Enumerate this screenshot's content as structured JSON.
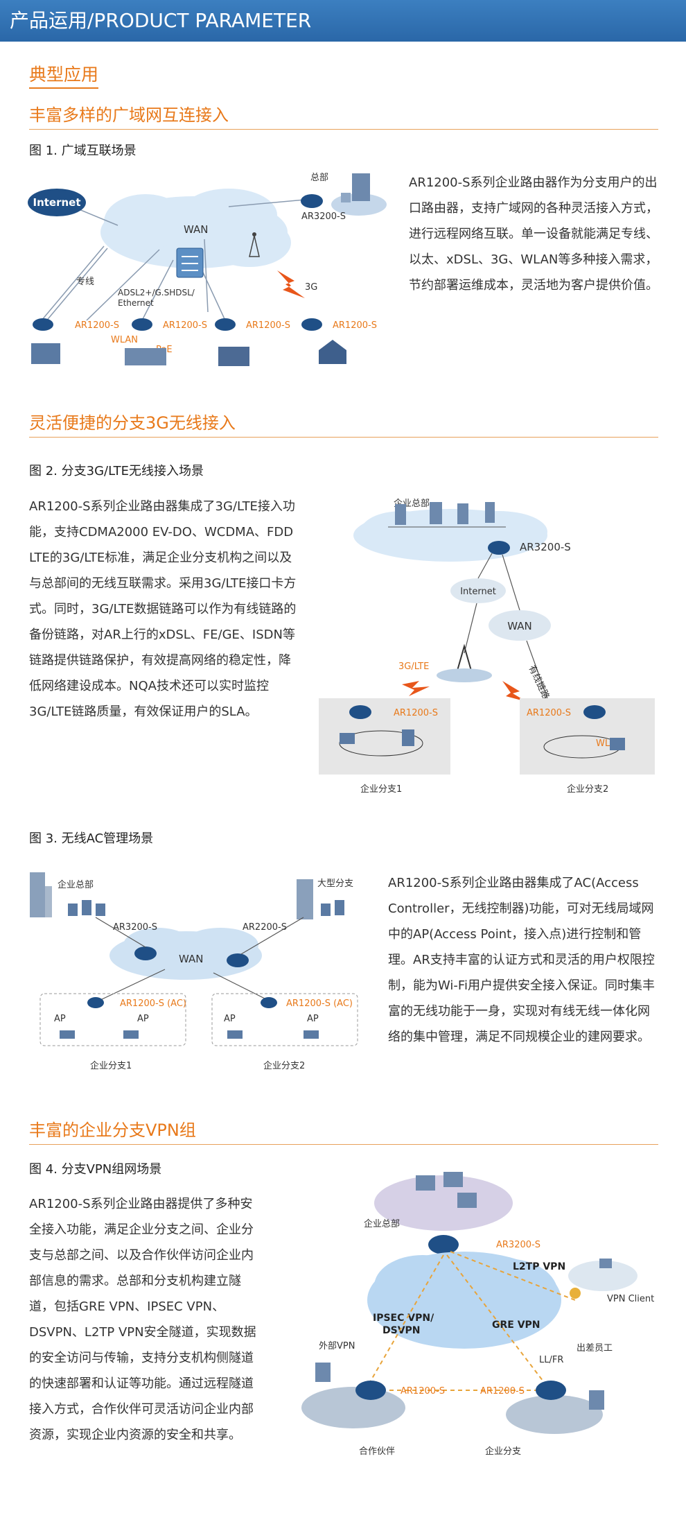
{
  "header": {
    "title": "产品运用/PRODUCT PARAMETER"
  },
  "main_heading": "典型应用",
  "sections": [
    {
      "title": "丰富多样的广域网互连接入"
    },
    {
      "title": "灵活便捷的分支3G无线接入"
    },
    {
      "title": "丰富的企业分支VPN组"
    }
  ],
  "fig1": {
    "caption": "图 1. 广域互联场景",
    "text": "AR1200-S系列企业路由器作为分支用户的出口路由器，支持广域网的各种灵活接入方式，进行远程网络互联。单一设备就能满足专线、以太、xDSL、3G、WLAN等多种接入需求，节约部署运维成本，灵活地为客户提供价值。",
    "labels": {
      "internet": "Internet",
      "wan": "WAN",
      "hq": "总部",
      "ar3200": "AR3200-S",
      "leased": "专线",
      "adsl": "ADSL2+/G.SHDSL/",
      "ethernet": "Ethernet",
      "g3": "3G",
      "ar1200": "AR1200-S",
      "wlan": "WLAN",
      "poe": "PoE"
    }
  },
  "fig2": {
    "caption": "图 2. 分支3G/LTE无线接入场景",
    "text": "AR1200-S系列企业路由器集成了3G/LTE接入功能，支持CDMA2000 EV-DO、WCDMA、FDD LTE的3G/LTE标准，满足企业分支机构之间以及与总部间的无线互联需求。采用3G/LTE接口卡方式。同时，3G/LTE数据链路可以作为有线链路的备份链路，对AR上行的xDSL、FE/GE、ISDN等链路提供链路保护，有效提高网络的稳定性，降低网络建设成本。NQA技术还可以实时监控3G/LTE链路质量，有效保证用户的SLA。",
    "labels": {
      "hq": "企业总部",
      "ar3200": "AR3200-S",
      "internet": "Internet",
      "wan": "WAN",
      "g3lte": "3G/LTE",
      "wired": "有线链路",
      "ar1200": "AR1200-S",
      "wlan": "WLAN",
      "branch1": "企业分支1",
      "branch2": "企业分支2"
    }
  },
  "fig3": {
    "caption": "图 3. 无线AC管理场景",
    "text": "AR1200-S系列企业路由器集成了AC(Access Controller，无线控制器)功能，可对无线局域网中的AP(Access Point，接入点)进行控制和管理。AR支持丰富的认证方式和灵活的用户权限控制，能为Wi-Fi用户提供安全接入保证。同时集丰富的无线功能于一身，实现对有线无线一体化网络的集中管理，满足不同规模企业的建网要求。",
    "labels": {
      "hq": "企业总部",
      "large_branch": "大型分支",
      "ar3200": "AR3200-S",
      "ar2200": "AR2200-S",
      "wan": "WAN",
      "ar1200ac": "AR1200-S (AC)",
      "ap": "AP",
      "branch1": "企业分支1",
      "branch2": "企业分支2"
    }
  },
  "fig4": {
    "caption": "图 4. 分支VPN组网场景",
    "text": "AR1200-S系列企业路由器提供了多种安全接入功能，满足企业分支之间、企业分支与总部之间、以及合作伙伴访问企业内部信息的需求。总部和分支机构建立隧道，包括GRE VPN、IPSEC VPN、DSVPN、L2TP VPN安全隧道，实现数据的安全访问与传输，支持分支机构侧隧道的快速部署和认证等功能。通过远程隧道接入方式，合作伙伴可灵活访问企业内部资源，实现企业内资源的安全和共享。",
    "labels": {
      "hq": "企业总部",
      "ar3200": "AR3200-S",
      "l2tp": "L2TP VPN",
      "vpn_client": "VPN Client",
      "ipsec": "IPSEC VPN/",
      "dsvpn": "DSVPN",
      "gre": "GRE VPN",
      "traveler": "出差员工",
      "external": "外部VPN",
      "llfr": "LL/FR",
      "ar1200": "AR1200-S",
      "partner": "合作伙伴",
      "branch": "企业分支"
    }
  },
  "colors": {
    "header_blue": "#2f72b6",
    "accent_orange": "#e8791a",
    "cloud_blue": "#cfe2f3",
    "router_blue": "#1f4f86"
  }
}
